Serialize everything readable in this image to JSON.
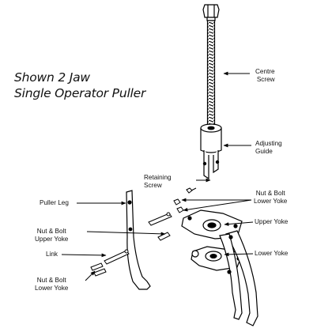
{
  "title": {
    "line1": "Shown 2 Jaw",
    "line2": "Single Operator Puller"
  },
  "labels": {
    "centre_screw": [
      "Centre",
      "Screw"
    ],
    "adjusting_guide": [
      "Adjusting",
      "Guide"
    ],
    "retaining_screw": [
      "Retaining",
      "Screw"
    ],
    "nut_bolt_lower_yoke_right": [
      "Nut & Bolt",
      "Lower Yoke"
    ],
    "puller_leg": "Puller Leg",
    "upper_yoke": "Upper Yoke",
    "nut_bolt_upper_yoke": [
      "Nut & Bolt",
      "Upper Yoke"
    ],
    "link": "Link",
    "lower_yoke": "Lower Yoke",
    "nut_bolt_lower_yoke_left": [
      "Nut & Bolt",
      "Lower Yoke"
    ]
  }
}
